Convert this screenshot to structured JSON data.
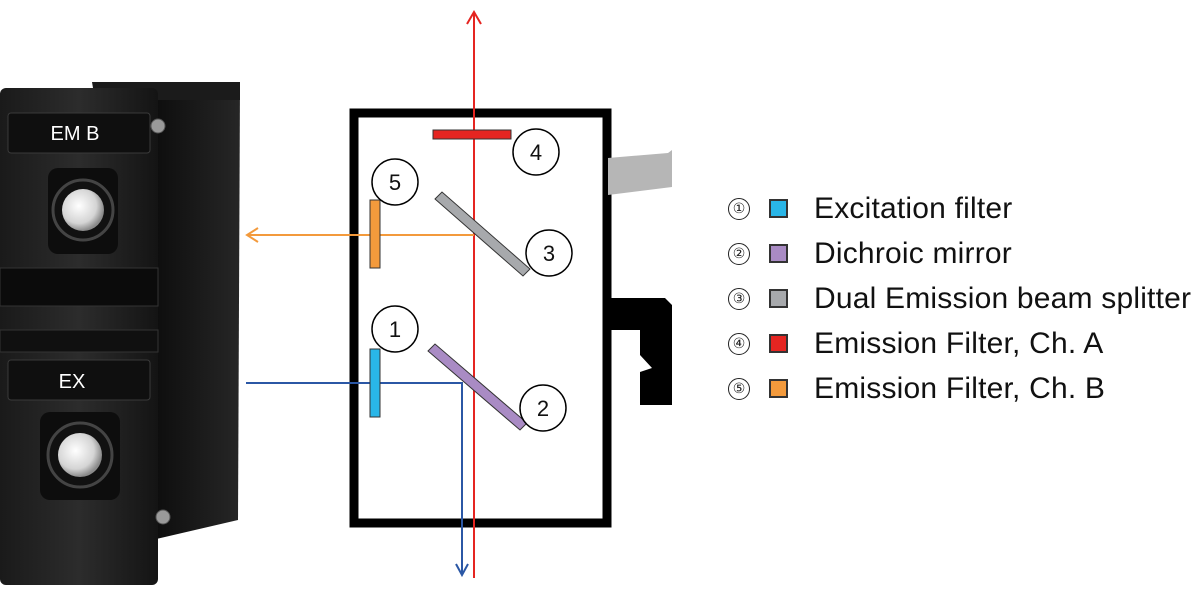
{
  "cube": {
    "top_label": "EM B",
    "bottom_label": "EX"
  },
  "schematic": {
    "callouts": [
      "1",
      "2",
      "3",
      "4",
      "5"
    ]
  },
  "legend": {
    "items": [
      {
        "num": "①",
        "label": "Excitation filter",
        "color": "#29B6E8"
      },
      {
        "num": "②",
        "label": "Dichroic mirror",
        "color": "#A98BC4"
      },
      {
        "num": "③",
        "label": "Dual Emission beam splitter",
        "color": "#A7A9AC"
      },
      {
        "num": "④",
        "label": "Emission Filter, Ch. A",
        "color": "#E52521"
      },
      {
        "num": "⑤",
        "label": "Emission Filter, Ch. B",
        "color": "#F39A3C"
      }
    ]
  },
  "colors": {
    "red_beam": "#E52521",
    "blue_beam": "#2B57A5",
    "orange_beam": "#F39A3C"
  }
}
